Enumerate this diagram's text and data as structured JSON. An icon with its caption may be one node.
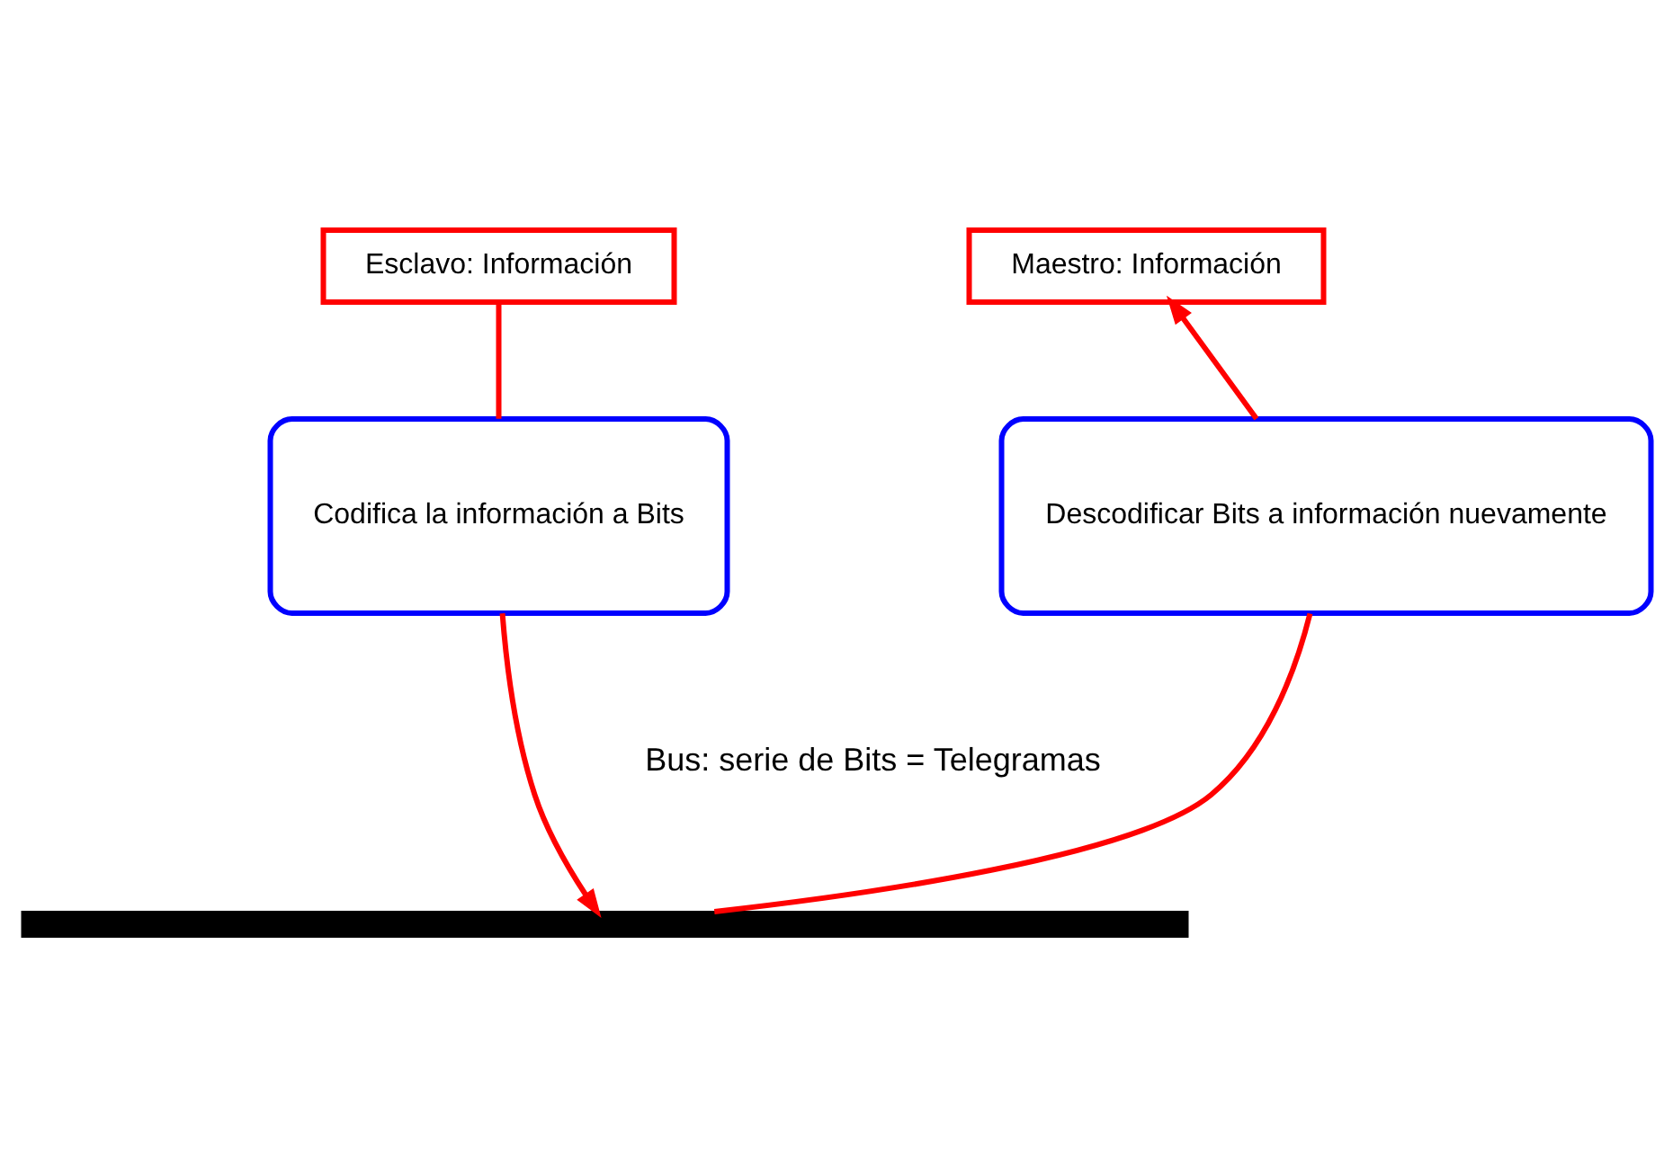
{
  "diagram": {
    "nodes": [
      {
        "text": [
          "Esclavo: Información"
        ]
      },
      {
        "text": [
          "Codifica la información a Bits"
        ]
      },
      {
        "text": [
          "Maestro: Información"
        ]
      },
      {
        "text": [
          "Descodificar Bits a información nuevamente"
        ]
      },
      {
        "text": [],
        "shape": "bar"
      }
    ],
    "edges": [
      {
        "from": 0,
        "to": 1,
        "arrow": "none"
      },
      {
        "from": 1,
        "to": 4,
        "arrow": "to"
      },
      {
        "from": 4,
        "to": 3,
        "arrow": "none"
      },
      {
        "from": 3,
        "to": 2,
        "arrow": "to"
      }
    ],
    "labels": [
      "Bus: serie de Bits = Telegramas"
    ]
  }
}
